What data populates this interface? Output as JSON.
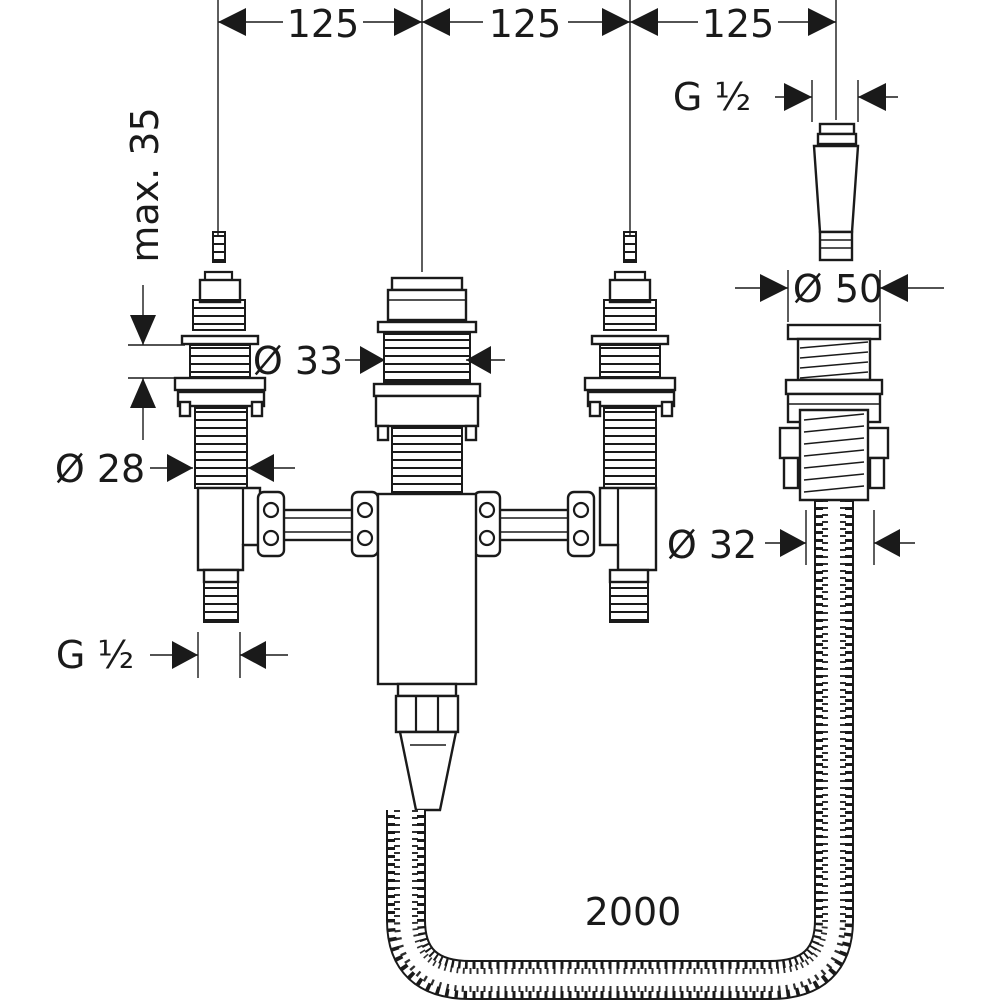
{
  "dimensions": {
    "spacing_1": "125",
    "spacing_2": "125",
    "spacing_3": "125",
    "max_depth": "max. 35",
    "valve_diameter": "Ø 28",
    "center_diameter": "Ø 33",
    "inlet_thread_left": "G ½",
    "outlet_thread_right": "G ½",
    "spout_diameter": "Ø 50",
    "hose_diameter": "Ø 32",
    "hose_length": "2000"
  },
  "colors": {
    "line": "#1a1a1a",
    "background": "#ffffff"
  }
}
